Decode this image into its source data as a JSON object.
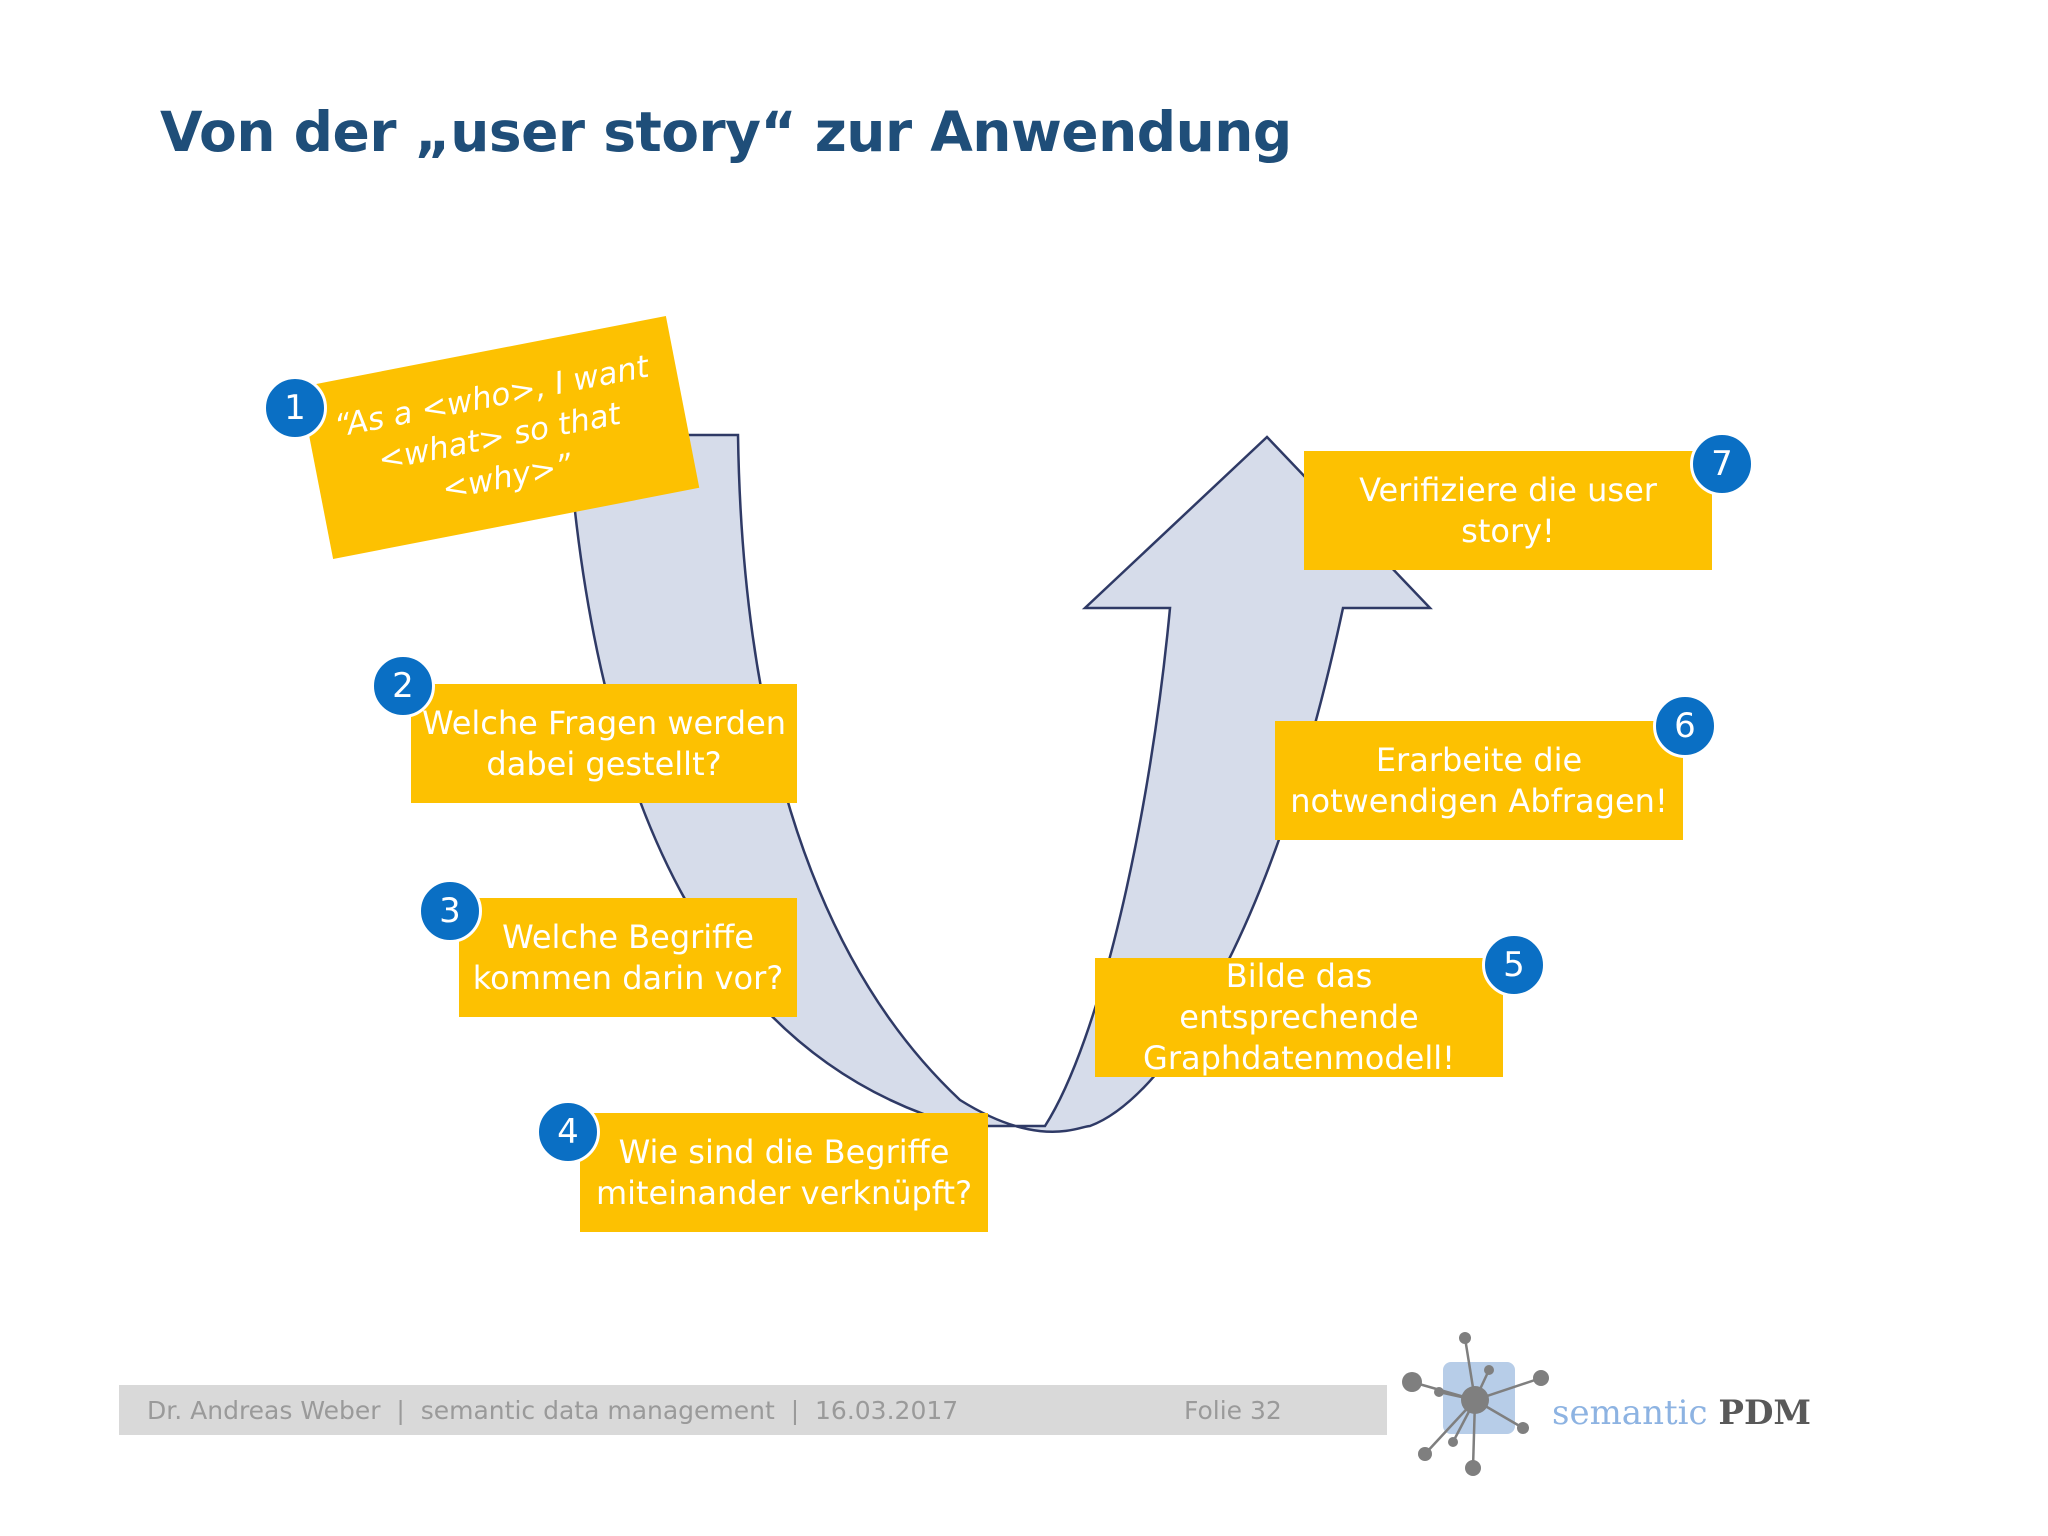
{
  "title": "Von der „user story“ zur Anwendung",
  "steps": [
    {
      "number": "1",
      "text": "“As a <who>, I want\n<what> so that <why>”"
    },
    {
      "number": "2",
      "text": "Welche Fragen werden\ndabei gestellt?"
    },
    {
      "number": "3",
      "text": "Welche Begriffe\nkommen darin vor?"
    },
    {
      "number": "4",
      "text": "Wie sind die Begriffe\nmiteinander verknüpft?"
    },
    {
      "number": "5",
      "text": "Bilde das entsprechende\nGraphdatenmodell!"
    },
    {
      "number": "6",
      "text": "Erarbeite die\nnotwendigen Abfragen!"
    },
    {
      "number": "7",
      "text": "Verifiziere die user story!"
    }
  ],
  "footer": {
    "meta": "Dr. Andreas Weber  |  semantic data management  |  16.03.2017",
    "page": "Folie 32"
  },
  "logo": {
    "word1": "semantic",
    "word2": "PDM"
  },
  "colors": {
    "box": "#fdc101",
    "badge": "#0a6fc4",
    "arrow_fill": "#d6dcea",
    "arrow_stroke": "#2f3a66",
    "title": "#1f4e79"
  }
}
